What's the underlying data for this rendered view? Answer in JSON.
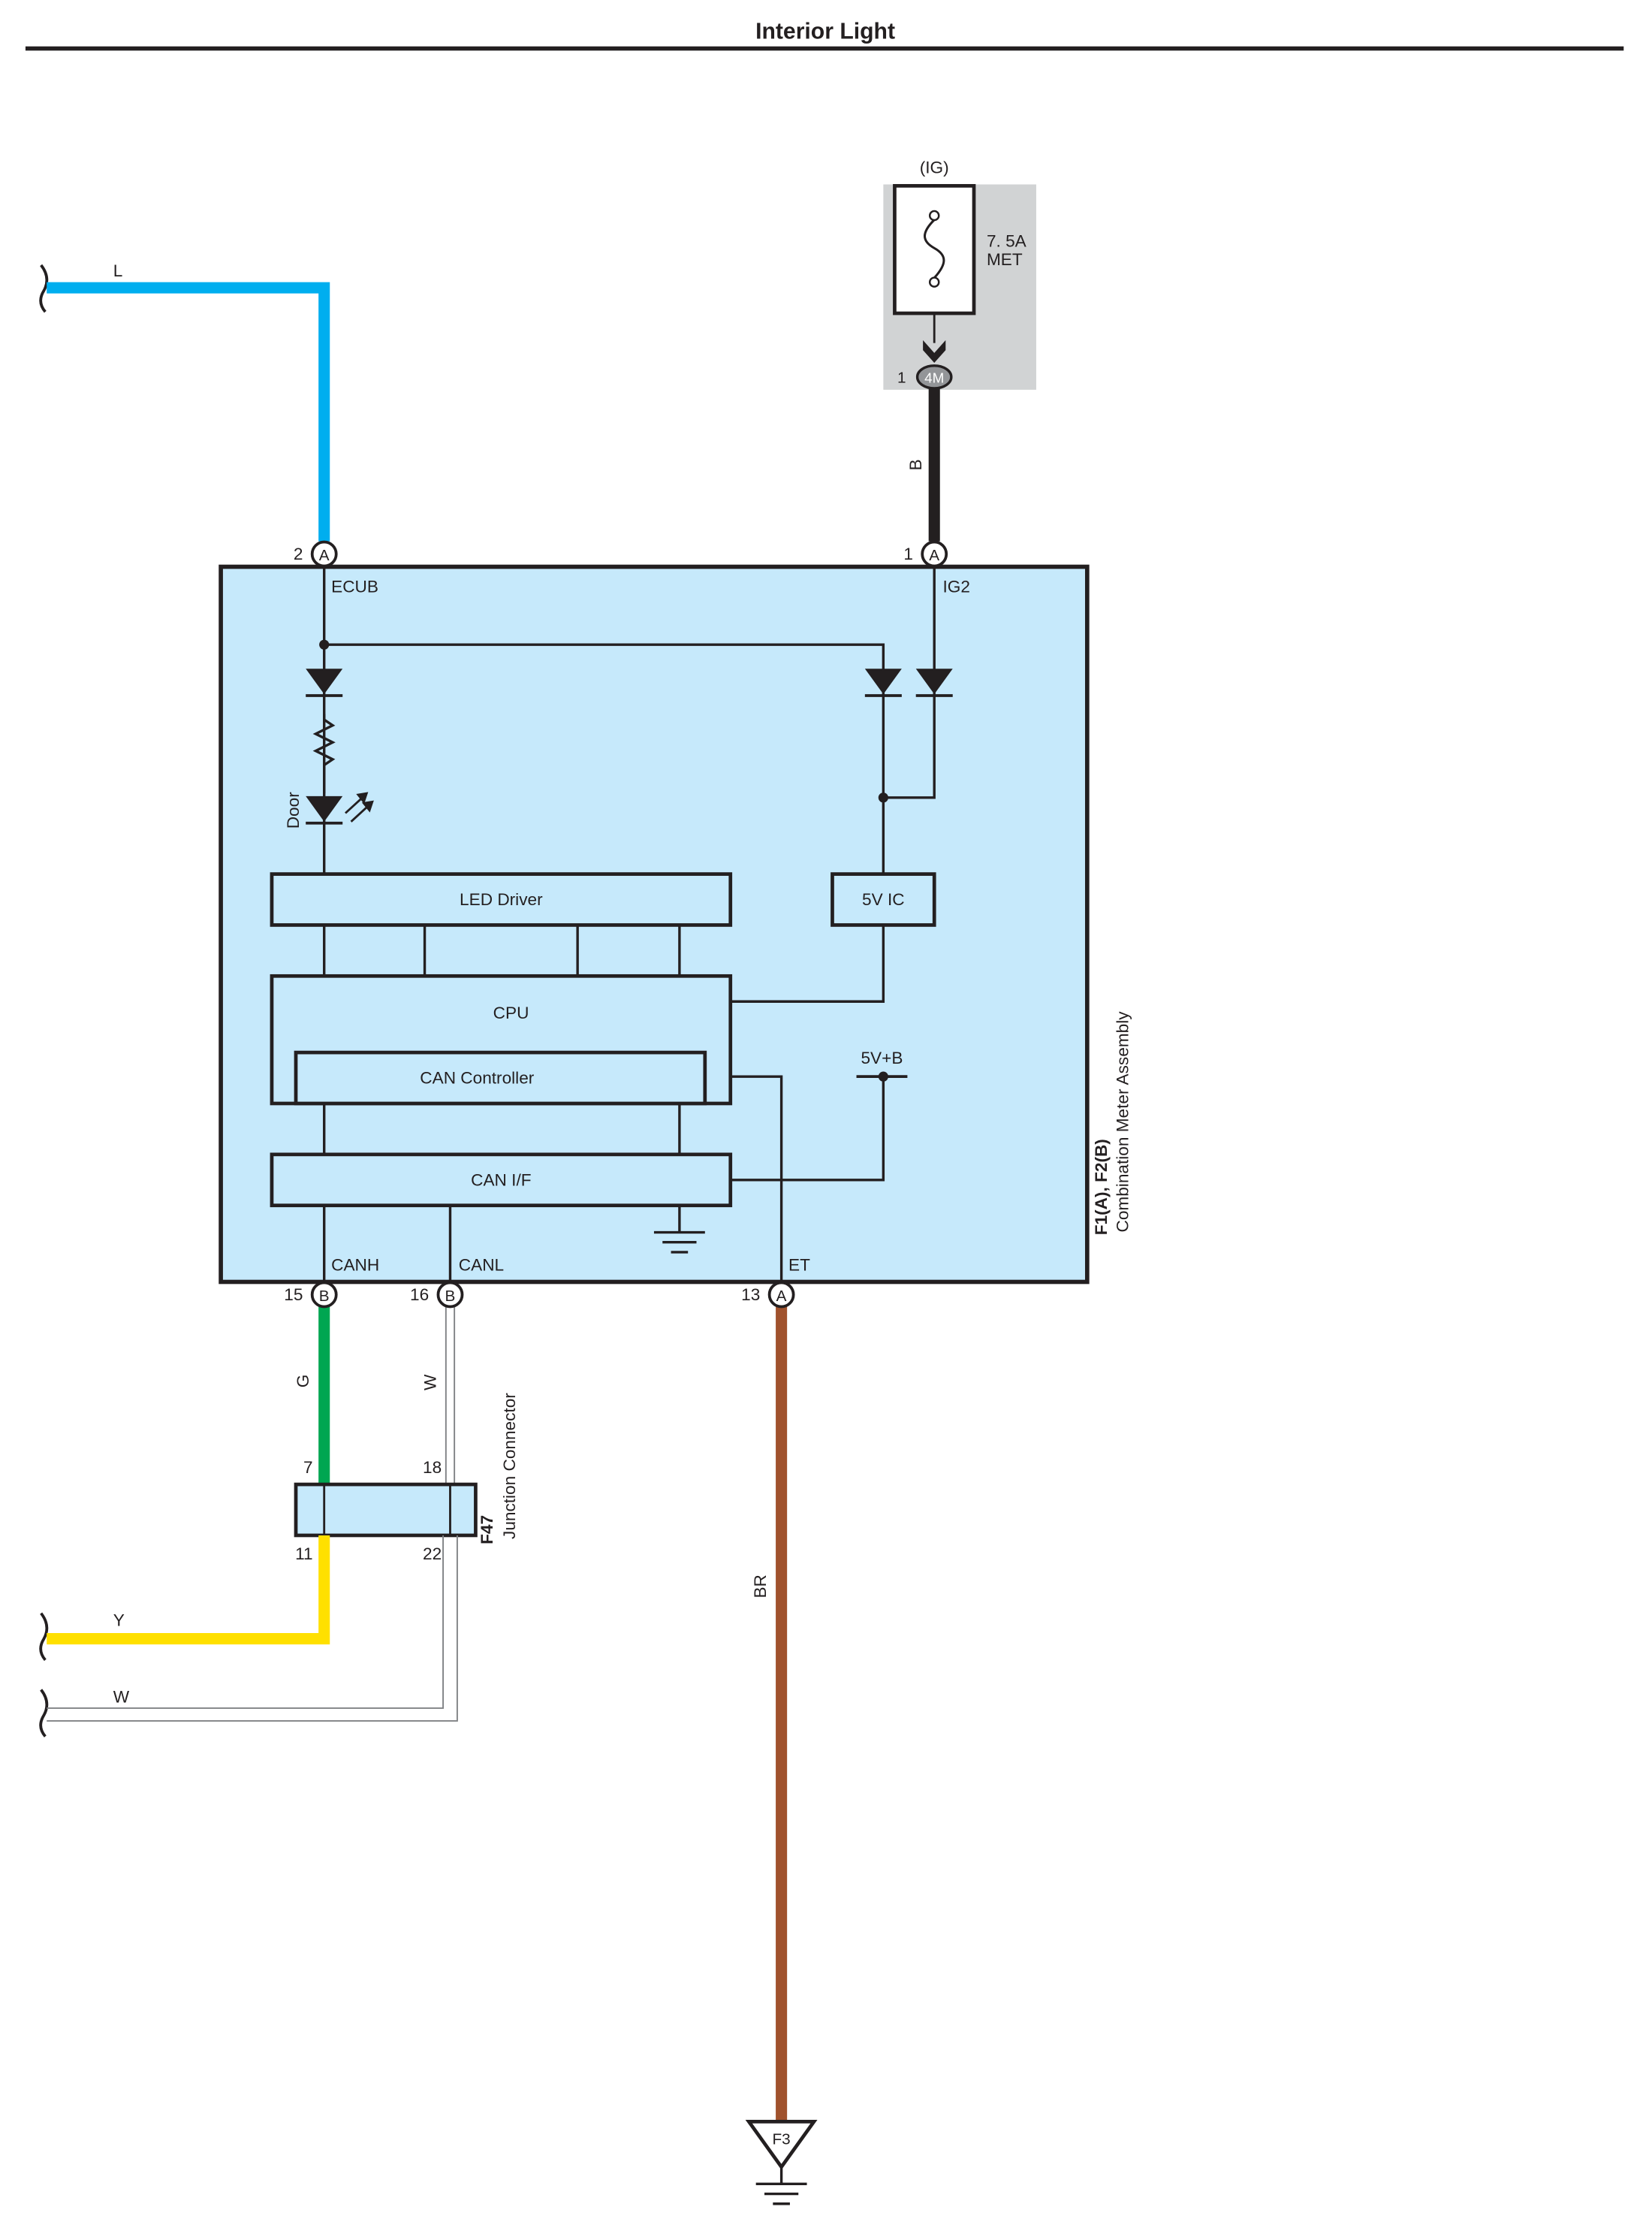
{
  "title": "Interior Light",
  "colors": {
    "wire_L": "#00aeef",
    "wire_B": "#231f20",
    "wire_G": "#00a651",
    "wire_Y": "#ffe000",
    "wire_W": "#ffffff",
    "wire_BR": "#a0522d",
    "module_fill": "#c6e9fb",
    "fuse_box_fill": "#d1d3d4",
    "ink": "#231f20"
  },
  "fuse": {
    "source": "(IG)",
    "rating": "7. 5A",
    "name": "MET",
    "connector_code": "4M",
    "connector_pin": "1"
  },
  "wires": {
    "l": "L",
    "b": "B",
    "g": "G",
    "w_canl": "W",
    "y": "Y",
    "w_out": "W",
    "br": "BR"
  },
  "meter": {
    "id_label": "F1(A), F2(B)",
    "name_label": "Combination Meter Assembly",
    "pins": {
      "ecub": {
        "number": "2",
        "connector": "A",
        "name": "ECUB"
      },
      "ig2": {
        "number": "1",
        "connector": "A",
        "name": "IG2"
      },
      "canh": {
        "number": "15",
        "connector": "B",
        "name": "CANH"
      },
      "canl": {
        "number": "16",
        "connector": "B",
        "name": "CANL"
      },
      "et": {
        "number": "13",
        "connector": "A",
        "name": "ET"
      }
    },
    "blocks": {
      "led_driver": "LED Driver",
      "ic_5v": "5V IC",
      "cpu": "CPU",
      "can_controller": "CAN Controller",
      "can_if": "CAN I/F"
    },
    "door_label": "Door",
    "supply_label": "5V+B"
  },
  "junction": {
    "id_label": "F47",
    "name_label": "Junction Connector",
    "pins": {
      "top_left": "7",
      "top_right": "18",
      "bottom_left": "11",
      "bottom_right": "22"
    }
  },
  "ground": {
    "label": "F3"
  }
}
